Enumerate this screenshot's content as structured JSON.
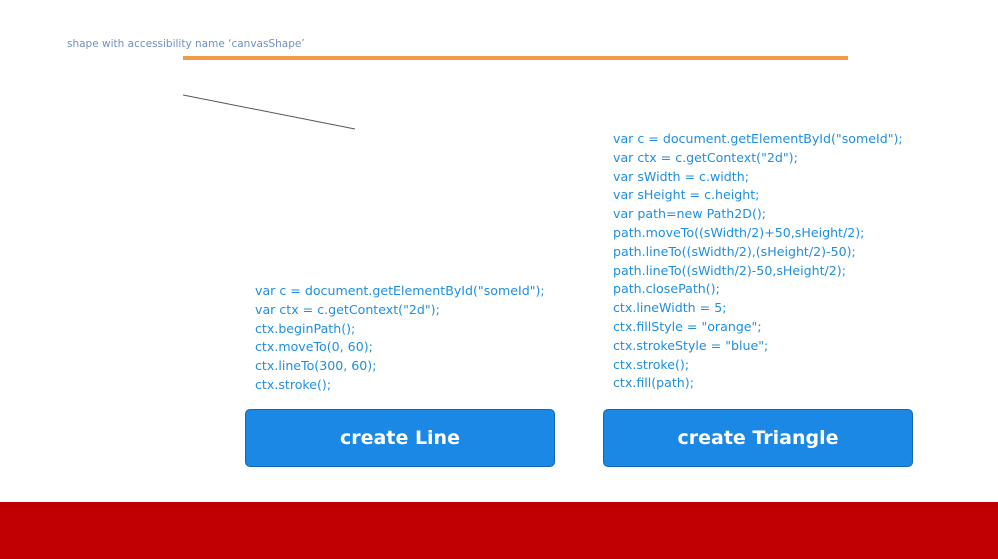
{
  "canvas_label": "shape with accessibility name ‘canvasShape’",
  "colors": {
    "orange_bar": "#f39a48",
    "code": "#1f8ee0",
    "button": "#1a88e4",
    "footer": "#c00000"
  },
  "line_code": [
    "var c = document.getElementById(\"someId\");",
    "var ctx = c.getContext(\"2d\");",
    "ctx.beginPath();",
    "ctx.moveTo(0, 60);",
    "ctx.lineTo(300, 60);",
    "ctx.stroke();"
  ],
  "triangle_code": [
    "var c = document.getElementById(\"someId\");",
    "var ctx = c.getContext(\"2d\");",
    "var sWidth = c.width;",
    "var sHeight = c.height;",
    "var path=new Path2D();",
    "path.moveTo((sWidth/2)+50,sHeight/2);",
    "path.lineTo((sWidth/2),(sHeight/2)-50);",
    "path.lineTo((sWidth/2)-50,sHeight/2);",
    "path.closePath();",
    "ctx.lineWidth = 5;",
    "ctx.fillStyle = \"orange\";",
    "ctx.strokeStyle = \"blue\";",
    "ctx.stroke();",
    "ctx.fill(path);"
  ],
  "buttons": {
    "create_line": "create Line",
    "create_triangle": "create Triangle"
  }
}
